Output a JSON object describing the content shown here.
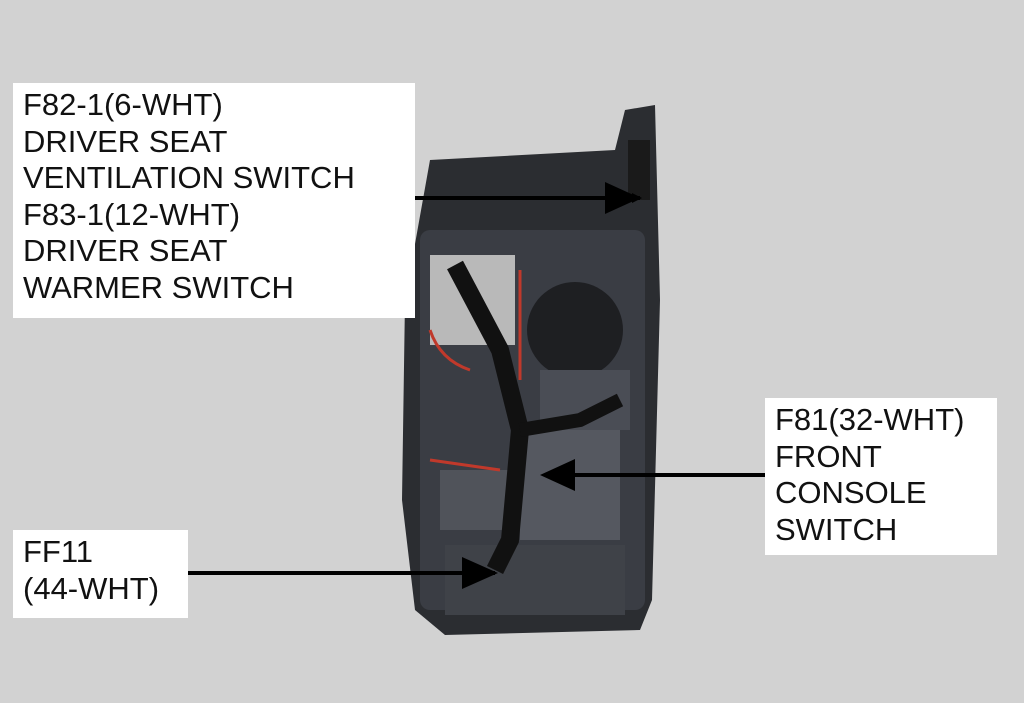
{
  "labels": {
    "driver_seat": {
      "lines": [
        "F82-1(6-WHT)",
        "DRIVER SEAT",
        "VENTILATION SWITCH",
        "F83-1(12-WHT)",
        "DRIVER SEAT",
        "WARMER SWITCH"
      ]
    },
    "front_console": {
      "lines": [
        "F81(32-WHT)",
        "FRONT",
        "CONSOLE",
        "SWITCH"
      ]
    },
    "ff11": {
      "lines": [
        "FF11",
        "(44-WHT)"
      ]
    }
  },
  "colors": {
    "background": "#d2d2d2",
    "console": "#2b2d31",
    "harness": "#1a1a1a",
    "wire_red": "#c0392b"
  }
}
